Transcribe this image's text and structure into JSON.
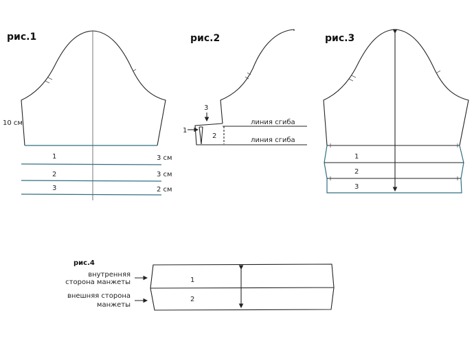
{
  "fig1": {
    "title": "рис.1",
    "side_label": "10 см",
    "strips": [
      {
        "num": "1",
        "size": "3 см"
      },
      {
        "num": "2",
        "size": "3 см"
      },
      {
        "num": "3",
        "size": "2 см"
      }
    ]
  },
  "fig2": {
    "title": "рис.2",
    "label_1": "1",
    "label_2": "2",
    "label_3": "3",
    "fold_line_top": "линия сгиба",
    "fold_line_bottom": "линия сгиба"
  },
  "fig3": {
    "title": "рис.3",
    "labels": [
      "1",
      "2",
      "3"
    ]
  },
  "fig4": {
    "title": "рис.4",
    "inner_line1": "внутренняя",
    "inner_line2": "сторона манжеты",
    "outer_line1": "внешняя сторона",
    "outer_line2": "манжеты",
    "label_1": "1",
    "label_2": "2"
  },
  "colors": {
    "line": "#222222",
    "cuff_line": "#2f6f80"
  }
}
